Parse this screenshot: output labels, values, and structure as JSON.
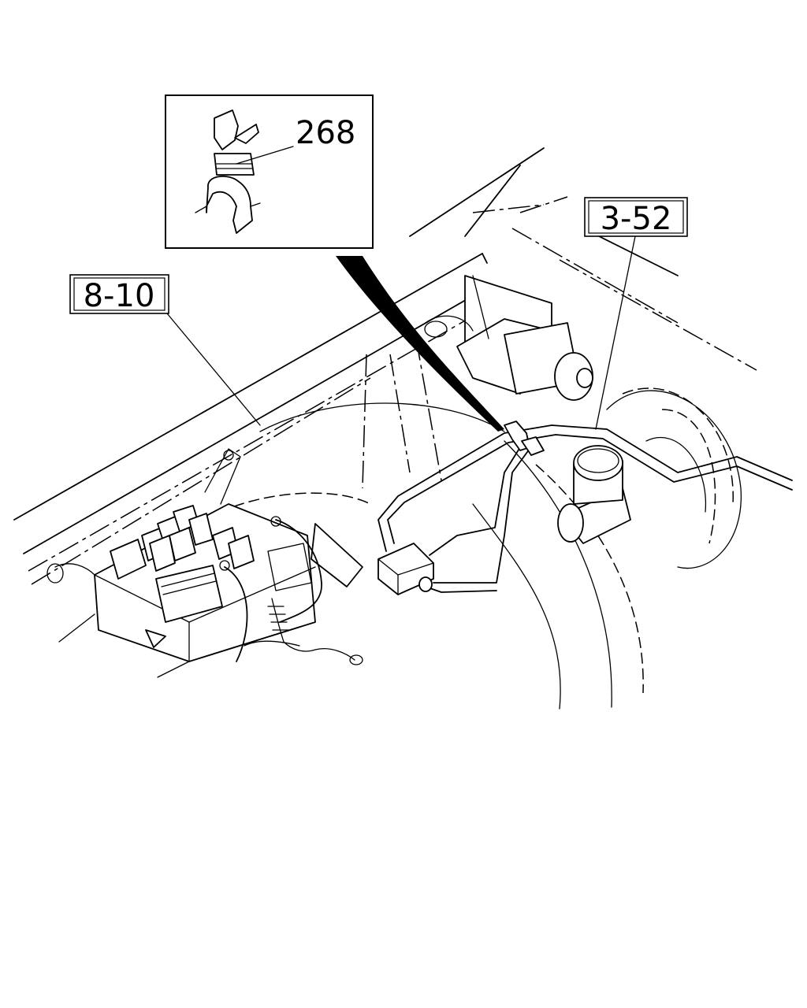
{
  "callouts": {
    "inset_part": "268",
    "ref_left": "8-10",
    "ref_right": "3-52"
  },
  "icons": {
    "clip": "harness-clip-icon",
    "relay_box": "relay-fuse-box-icon",
    "wiper_motor": "wiper-motor-icon",
    "brake_booster": "brake-booster-icon",
    "master_cylinder": "master-cylinder-icon",
    "connector": "harness-connector-icon",
    "ground_terminal": "ground-terminal-icon"
  }
}
